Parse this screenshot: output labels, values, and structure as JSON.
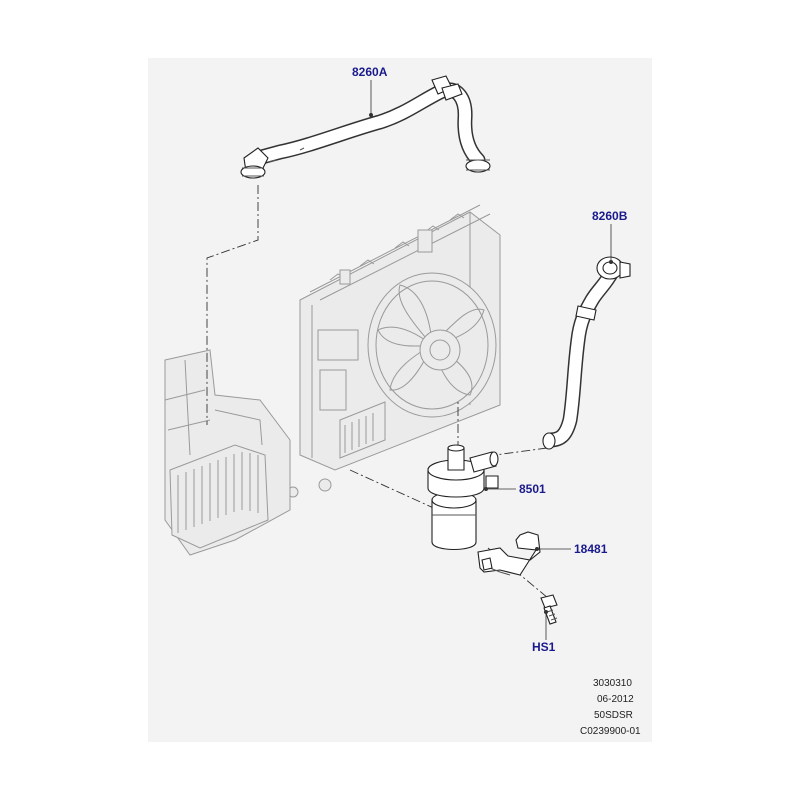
{
  "callouts": {
    "hose_upper": "8260A",
    "hose_lower": "8260B",
    "pump": "8501",
    "bracket": "18481",
    "bolt": "HS1"
  },
  "reference": {
    "line1": "3030310",
    "line2": "06-2012",
    "line3": "50SDSR",
    "line4": "C0239900-01"
  }
}
